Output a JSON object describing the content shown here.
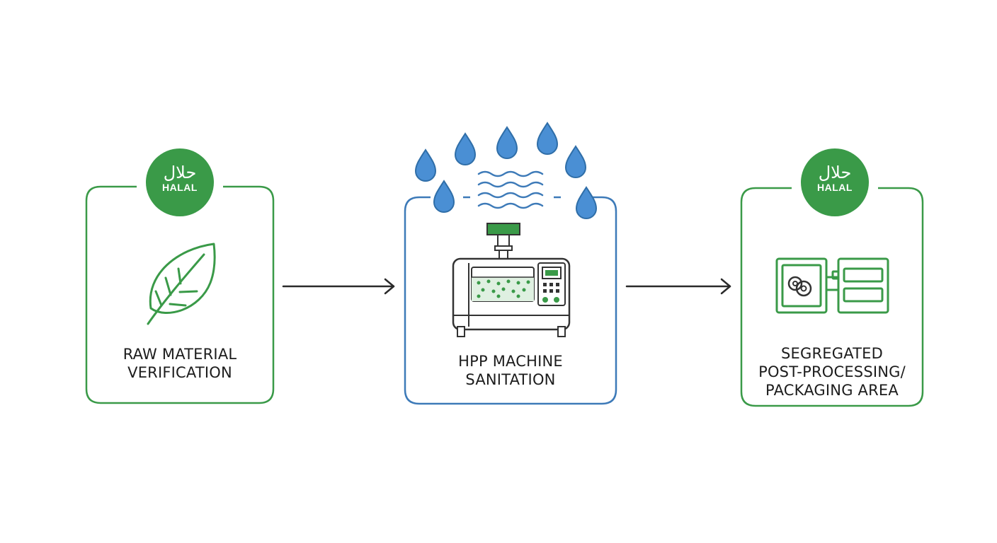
{
  "colors": {
    "halal_green": "#3a9a48",
    "sanitation_blue": "#3d7ab8",
    "water_drop": "#4a8fd4",
    "icon_outline": "#333333",
    "arrow": "#2a2a2a"
  },
  "steps": [
    {
      "label_lines": [
        "RAW MATERIAL",
        "VERIFICATION"
      ],
      "icon": "leaf-icon",
      "badge": {
        "arabic": "حلال",
        "latin": "HALAL"
      }
    },
    {
      "label_lines": [
        "HPP MACHINE",
        "SANITATION"
      ],
      "icon": "hpp-machine-icon",
      "decoration": "water-drops-icon"
    },
    {
      "label_lines": [
        "SEGREGATED",
        "POST-PROCESSING/",
        "PACKAGING AREA"
      ],
      "icon": "packaging-area-icon",
      "badge": {
        "arabic": "حلال",
        "latin": "HALAL"
      }
    }
  ],
  "arrows": [
    "arrow-right-icon",
    "arrow-right-icon"
  ]
}
